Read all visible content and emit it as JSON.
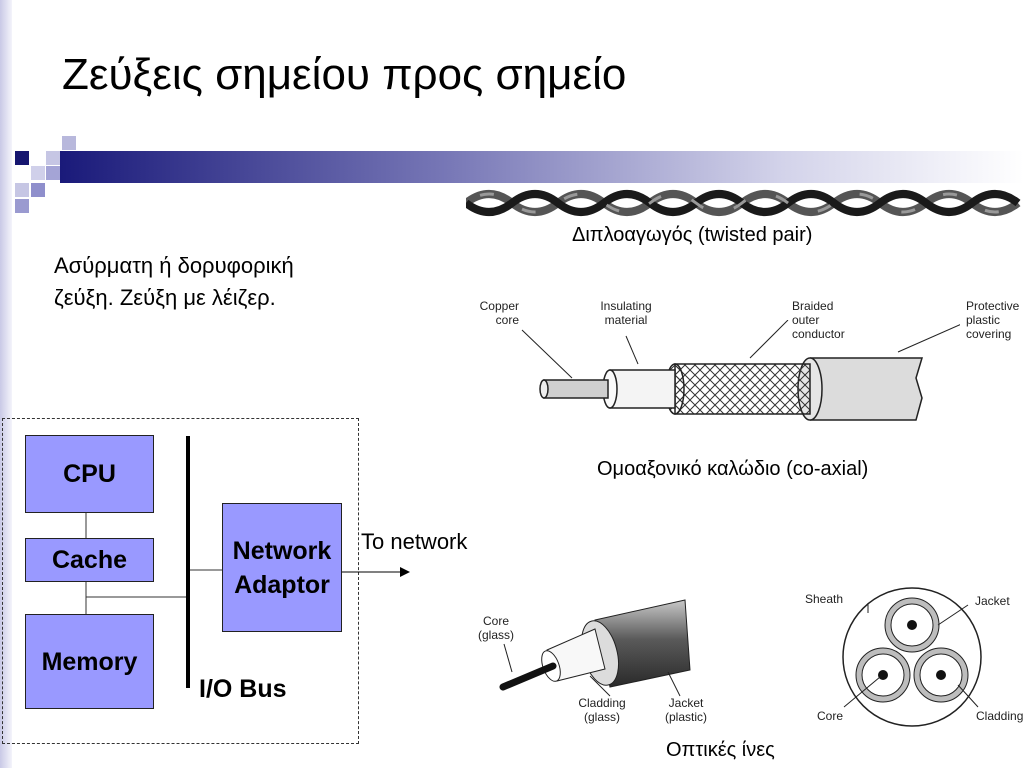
{
  "slide": {
    "title": "Ζεύξεις σημείου προς σημείο",
    "body_line1": "Ασύρματη ή δορυφορική",
    "body_line2": "ζεύξη.  Ζεύξη με λέιζερ.",
    "twisted_pair_caption": "Διπλοαγωγός (twisted pair)",
    "coaxial_caption": "Ομοαξονικό καλώδιο (co-axial)",
    "fiber_caption": "Οπτικές ίνες"
  },
  "coax_labels": {
    "copper_core_1": "Copper",
    "copper_core_2": "core",
    "insulating_1": "Insulating",
    "insulating_2": "material",
    "braided_1": "Braided",
    "braided_2": "outer",
    "braided_3": "conductor",
    "protective_1": "Protective",
    "protective_2": "plastic",
    "protective_3": "covering"
  },
  "fiber_side_labels": {
    "core_1": "Core",
    "core_2": "(glass)",
    "cladding_1": "Cladding",
    "cladding_2": "(glass)",
    "jacket_1": "Jacket",
    "jacket_2": "(plastic)"
  },
  "fiber_cross_labels": {
    "sheath": "Sheath",
    "jacket": "Jacket",
    "core": "Core",
    "cladding": "Cladding"
  },
  "computer_diagram": {
    "cpu": "CPU",
    "cache": "Cache",
    "memory": "Memory",
    "network_1": "Network",
    "network_2": "Adaptor",
    "io_bus": "I/O Bus",
    "to_network": "To network"
  },
  "colors": {
    "component_fill": "#9999ff",
    "bar_dark": "#1a1a7a",
    "bar_light": "#d3d3ea"
  }
}
